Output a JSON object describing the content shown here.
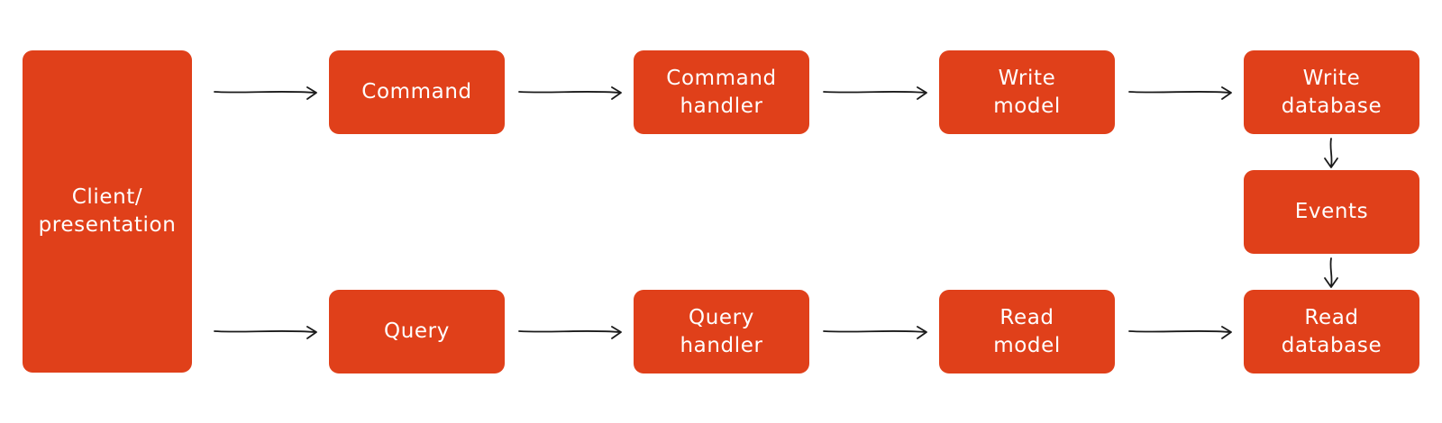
{
  "colors": {
    "accent": "#E0401A",
    "text": "#FFFFFF",
    "arrow": "#1A1A1A",
    "background": "#FFFFFF"
  },
  "nodes": {
    "client": "Client/\npresentation",
    "command": "Command",
    "command_handler": "Command\nhandler",
    "write_model": "Write\nmodel",
    "write_database": "Write\ndatabase",
    "events": "Events",
    "query": "Query",
    "query_handler": "Query\nhandler",
    "read_model": "Read\nmodel",
    "read_database": "Read\ndatabase"
  },
  "edges": [
    {
      "from": "client",
      "to": "command"
    },
    {
      "from": "command",
      "to": "command_handler"
    },
    {
      "from": "command_handler",
      "to": "write_model"
    },
    {
      "from": "write_model",
      "to": "write_database"
    },
    {
      "from": "write_database",
      "to": "events"
    },
    {
      "from": "events",
      "to": "read_database"
    },
    {
      "from": "client",
      "to": "query"
    },
    {
      "from": "query",
      "to": "query_handler"
    },
    {
      "from": "query_handler",
      "to": "read_model"
    },
    {
      "from": "read_model",
      "to": "read_database"
    }
  ]
}
